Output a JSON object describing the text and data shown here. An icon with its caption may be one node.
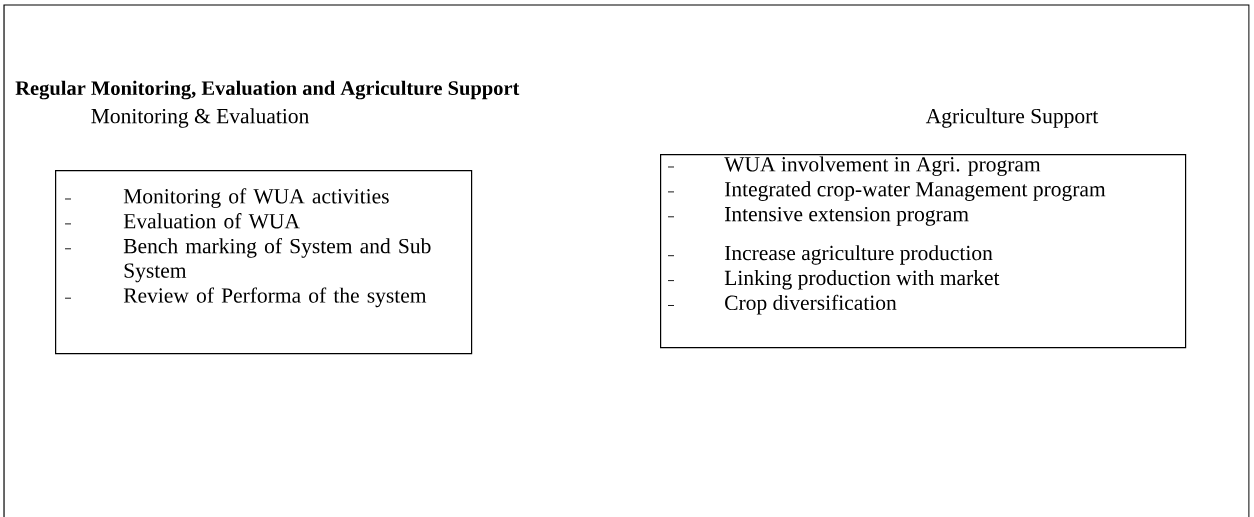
{
  "diagram": {
    "title": "Regular Monitoring, Evaluation and Agriculture Support",
    "nodes": [
      {
        "text": [
          "Monitoring & Evaluation",
          "Monitoring of WUA activities",
          "Evaluation of WUA",
          "Bench marking of System and Sub System",
          "Review of Performa of the system"
        ]
      },
      {
        "text": [
          "Agriculture Support",
          "WUA involvement in Agri. program",
          "Integrated crop-water Management program",
          "Intensive extension program",
          "Increase agriculture production",
          "Linking production with market",
          "Crop diversification"
        ]
      }
    ],
    "edges": []
  }
}
